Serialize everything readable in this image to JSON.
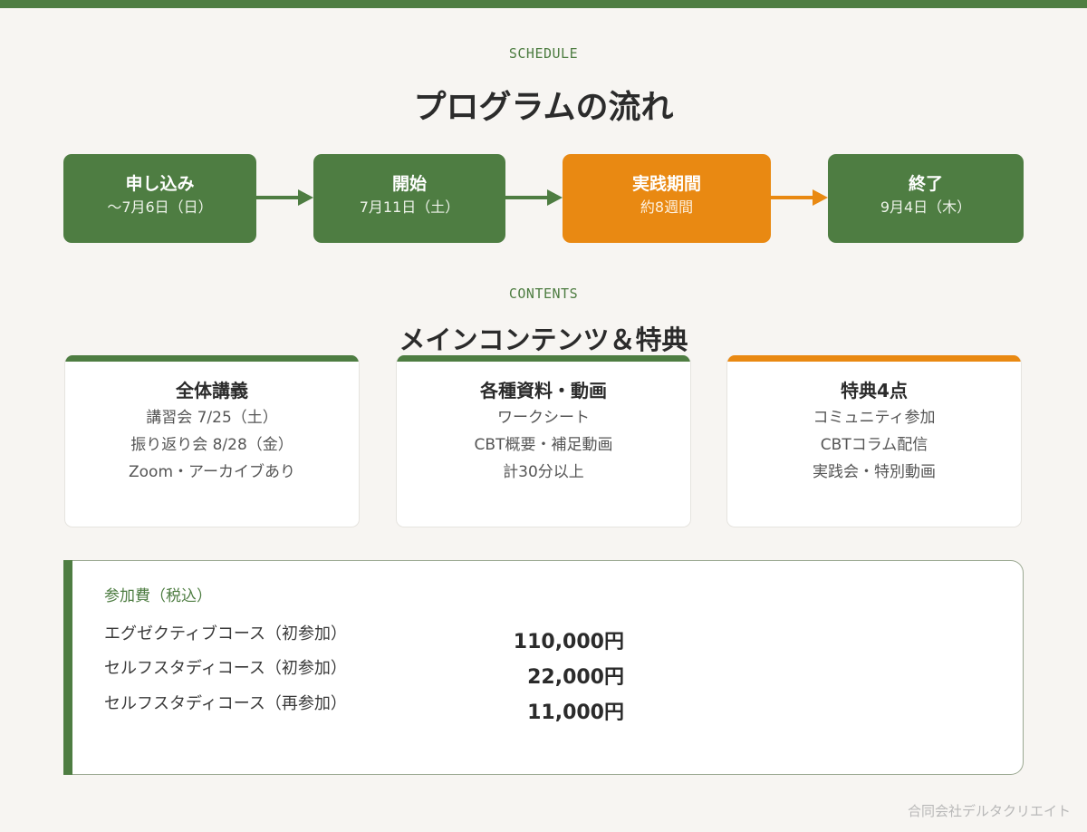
{
  "schedule": {
    "eyebrow": "SCHEDULE",
    "title": "プログラムの流れ",
    "steps": [
      {
        "title": "申し込み",
        "sub": "～7月6日（日）"
      },
      {
        "title": "開始",
        "sub": "7月11日（土）"
      },
      {
        "title": "実践期間",
        "sub": "約8週間"
      },
      {
        "title": "終了",
        "sub": "9月4日（木）"
      }
    ]
  },
  "contents": {
    "eyebrow": "CONTENTS",
    "title": "メインコンテンツ＆特典",
    "cards": [
      {
        "title": "全体講義",
        "lines": [
          "講習会 7/25（土）",
          "振り返り会 8/28（金）",
          "Zoom・アーカイブあり"
        ]
      },
      {
        "title": "各種資料・動画",
        "lines": [
          "ワークシート",
          "CBT概要・補足動画",
          "計30分以上"
        ]
      },
      {
        "title": "特典4点",
        "lines": [
          "コミュニティ参加",
          "CBTコラム配信",
          "実践会・特別動画"
        ]
      }
    ]
  },
  "fees": {
    "label": "参加費（税込）",
    "items": [
      {
        "name": "エグゼクティブコース（初参加）",
        "price": "110,000円"
      },
      {
        "name": "セルフスタディコース（初参加）",
        "price": "22,000円"
      },
      {
        "name": "セルフスタディコース（再参加）",
        "price": "11,000円"
      }
    ]
  },
  "footer": {
    "company": "合同会社デルタクリエイト"
  },
  "colors": {
    "green": "#4e7d42",
    "orange": "#e98912",
    "background": "#f7f5f2"
  }
}
